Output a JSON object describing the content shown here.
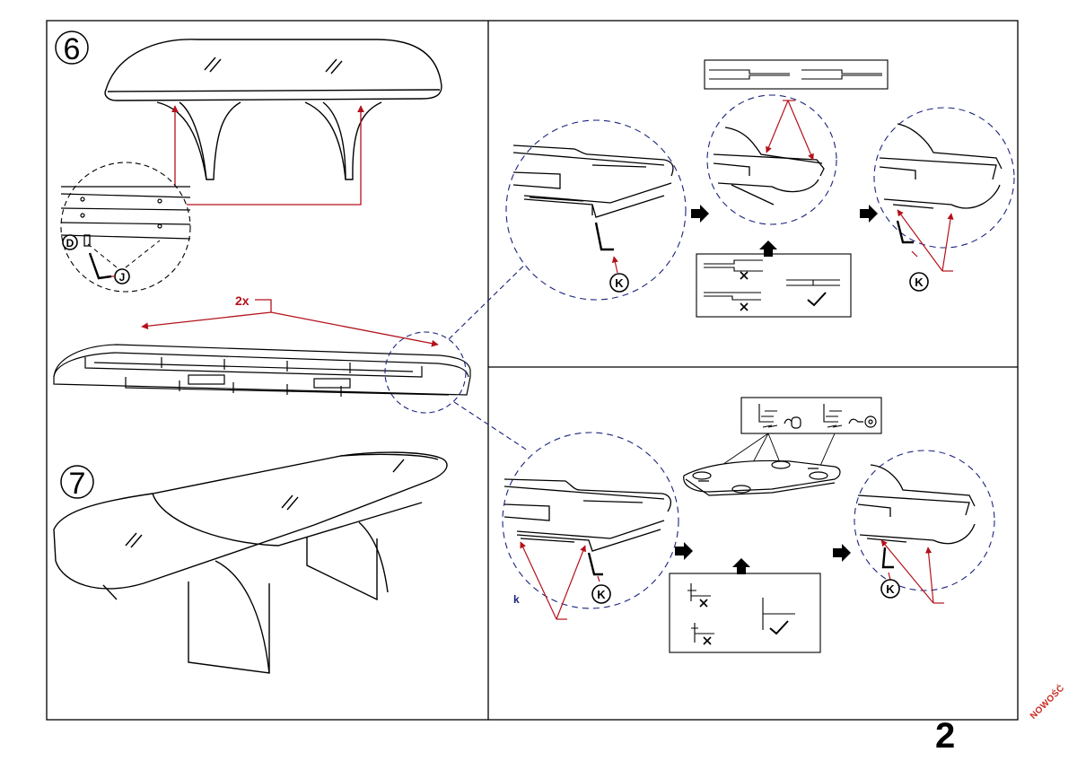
{
  "steps": {
    "step6_number": "6",
    "step7_number": "7"
  },
  "parts": {
    "screw_label": "D",
    "hex_key_label": "J",
    "hex_key_k_label": "K",
    "small_k_label": "k"
  },
  "quantity": "2x",
  "page_number": "2",
  "stamp": "NOWOŚĆ",
  "colors": {
    "line": "#000000",
    "accent": "#b3121b",
    "dashed_circle": "#1a237e"
  },
  "icons": [
    "hex-key-icon",
    "check-icon",
    "cross-icon",
    "arrow-right-icon",
    "arrow-up-icon",
    "mouse-icon",
    "tape-icon"
  ]
}
